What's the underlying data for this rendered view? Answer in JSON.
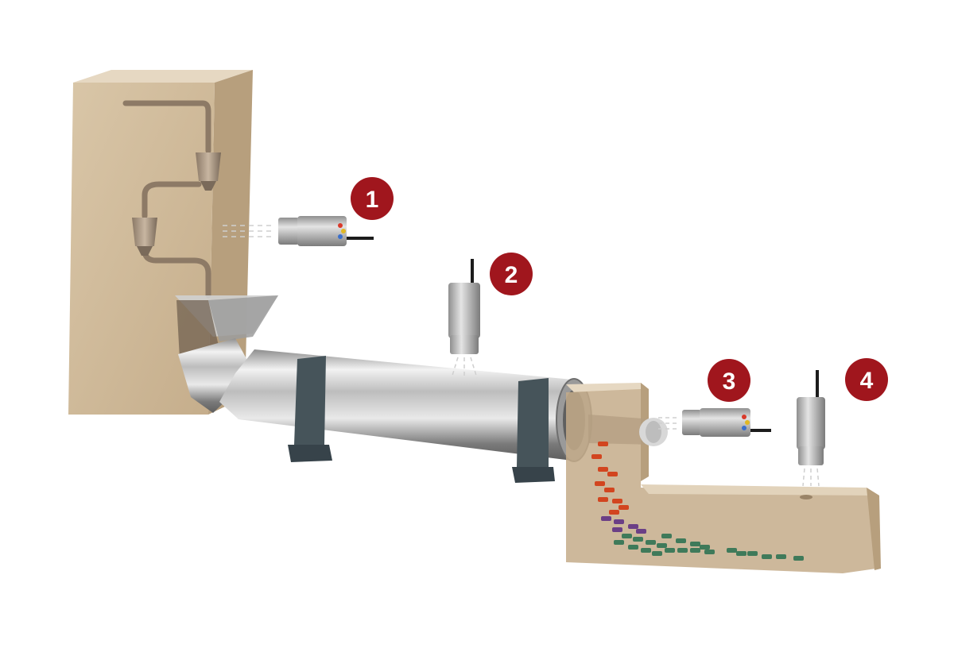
{
  "markers": [
    {
      "label": "1",
      "color": "#a0161d"
    },
    {
      "label": "2",
      "color": "#a0161d"
    },
    {
      "label": "3",
      "color": "#a0161d"
    },
    {
      "label": "4",
      "color": "#a0161d"
    }
  ],
  "colors": {
    "housing": "#c9b290",
    "drum": "#b7b7b7",
    "support": "#46545a",
    "parts": [
      "#d2451f",
      "#6b3f86",
      "#3f7a5a"
    ]
  }
}
